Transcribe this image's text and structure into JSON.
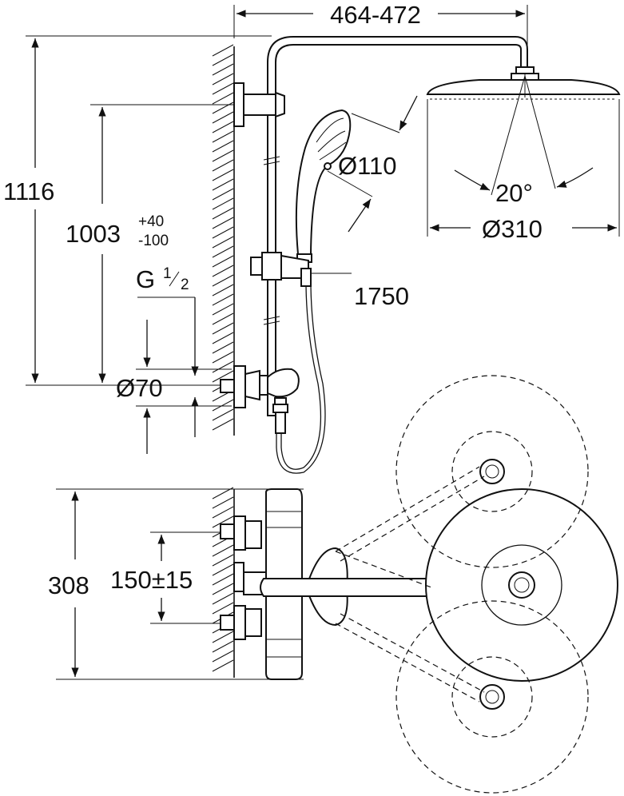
{
  "diagram": {
    "dimensions": {
      "top_width": "464-472",
      "total_height": "1116",
      "bar_height_main": "1003",
      "bar_height_tol_plus": "+40",
      "bar_height_tol_minus": "-100",
      "thread_main": "G",
      "thread_num": "1",
      "thread_den": "2",
      "escutcheon_diameter": "Ø70",
      "hand_shower_diameter": "Ø110",
      "hose_length": "1750",
      "spray_angle": "20°",
      "head_shower_diameter": "Ø310",
      "side_depth": "308",
      "inlet_spacing": "150±15"
    }
  }
}
